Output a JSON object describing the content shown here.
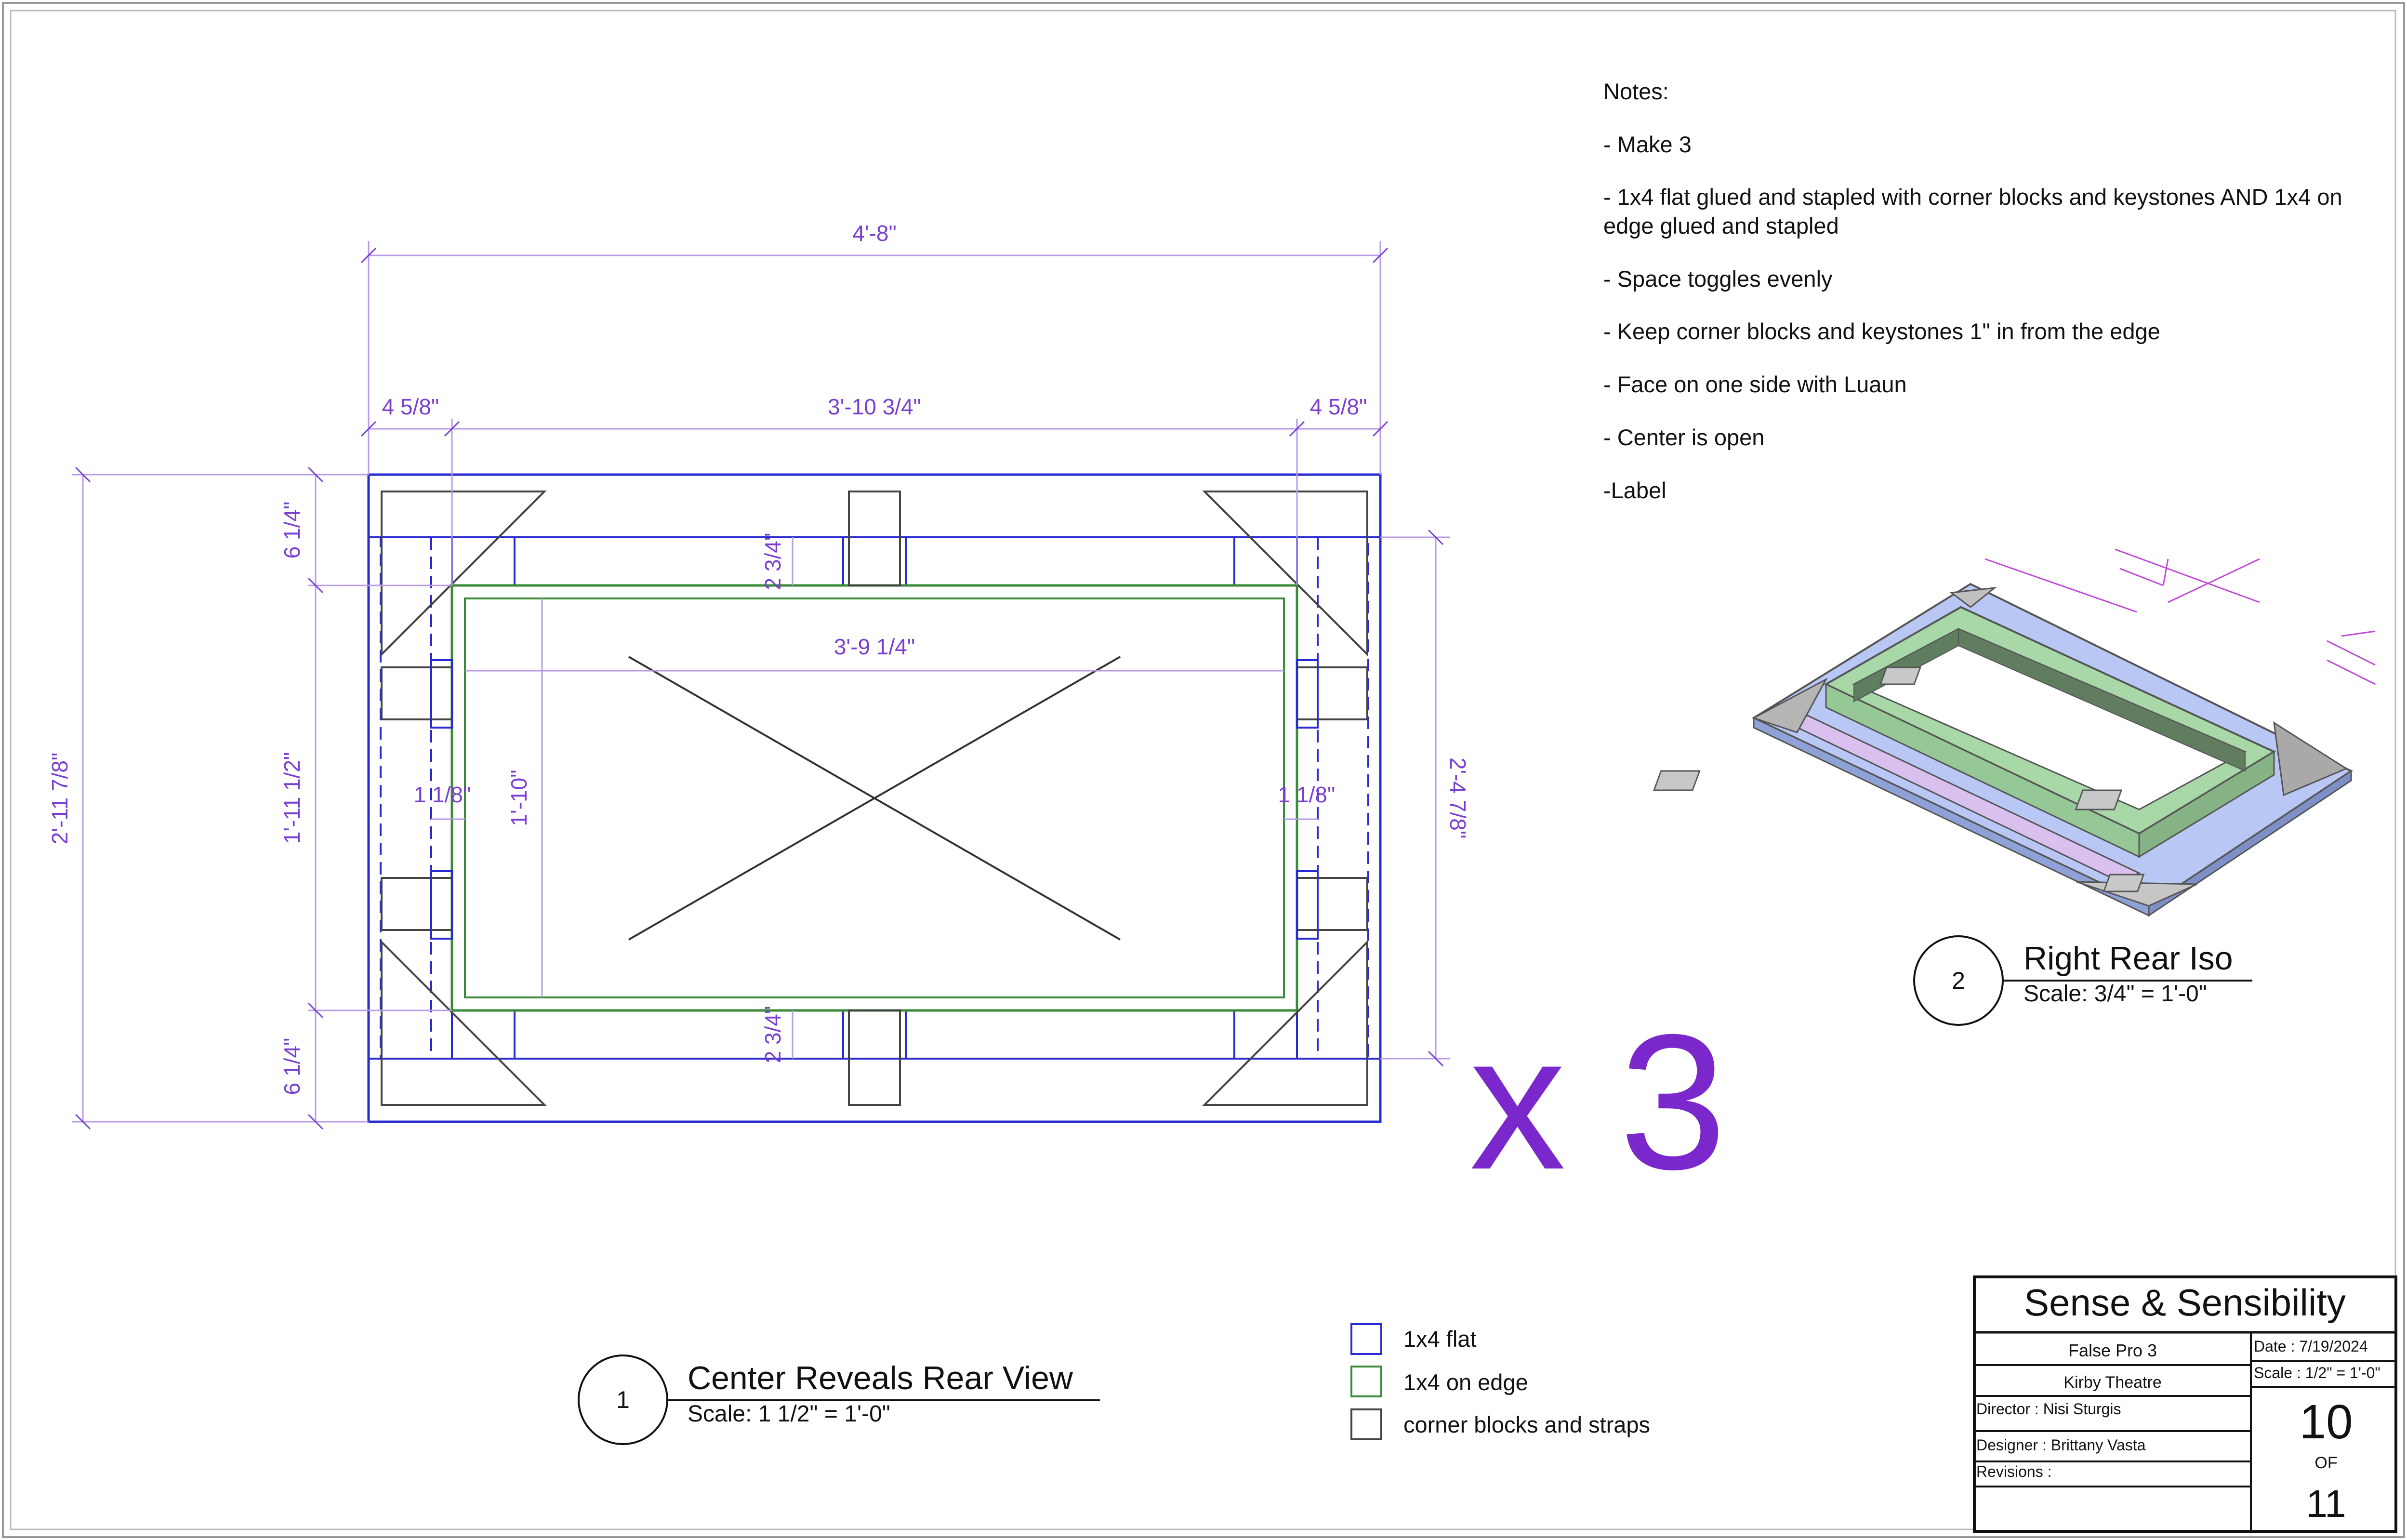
{
  "notes": {
    "heading": "Notes:",
    "items": [
      "- Make 3",
      "- 1x4 flat glued and stapled with corner blocks and keystones AND 1x4 on edge glued and stapled",
      "- Space toggles evenly",
      "- Keep corner blocks and keystones 1\" in from the edge",
      "- Face on one side with Luaun",
      "- Center is open",
      "-Label"
    ]
  },
  "multiplier": "x 3",
  "dimensions": {
    "overall_width": "4'-8\"",
    "left_margin": "4 5/8\"",
    "inner_width": "3'-10 3/4\"",
    "right_margin": "4 5/8\"",
    "overall_height": "2'-11 7/8\"",
    "top_margin": "6 1/4\"",
    "inner_height": "1'-11 1/2\"",
    "bottom_margin": "6 1/4\"",
    "opening_width": "3'-9 1/4\"",
    "opening_height": "1'-10\"",
    "top_gap": "2 3/4\"",
    "bottom_gap": "2 3/4\"",
    "left_edge": "1 1/8\"",
    "right_edge": "1 1/8\"",
    "right_height": "2'-4 7/8\""
  },
  "view1": {
    "number": "1",
    "title": "Center Reveals Rear View",
    "scale": "Scale: 1 1/2\" = 1'-0\""
  },
  "view2": {
    "number": "2",
    "title": "Right Rear Iso",
    "scale": "Scale: 3/4\" = 1'-0\""
  },
  "legend": [
    {
      "label": "1x4 flat",
      "color": "#2a2ad0"
    },
    {
      "label": "1x4 on edge",
      "color": "#3a8a3a"
    },
    {
      "label": "corner blocks and straps",
      "color": "#444444"
    }
  ],
  "title_block": {
    "show": "Sense & Sensibility",
    "piece": "False Pro 3",
    "venue": "Kirby Theatre",
    "director": "Director :  Nisi Sturgis",
    "designer": "Designer :  Brittany Vasta",
    "revisions": "Revisions :",
    "date": "Date : 7/19/2024",
    "scale": "Scale : 1/2\" = 1'-0\"",
    "sheet_number": "10",
    "of_label": "OF",
    "sheet_total": "11"
  },
  "colors": {
    "dimension": "#7a3fd0",
    "flat": "#2a2ad0",
    "on_edge": "#3a8a3a",
    "blocks": "#444444"
  }
}
